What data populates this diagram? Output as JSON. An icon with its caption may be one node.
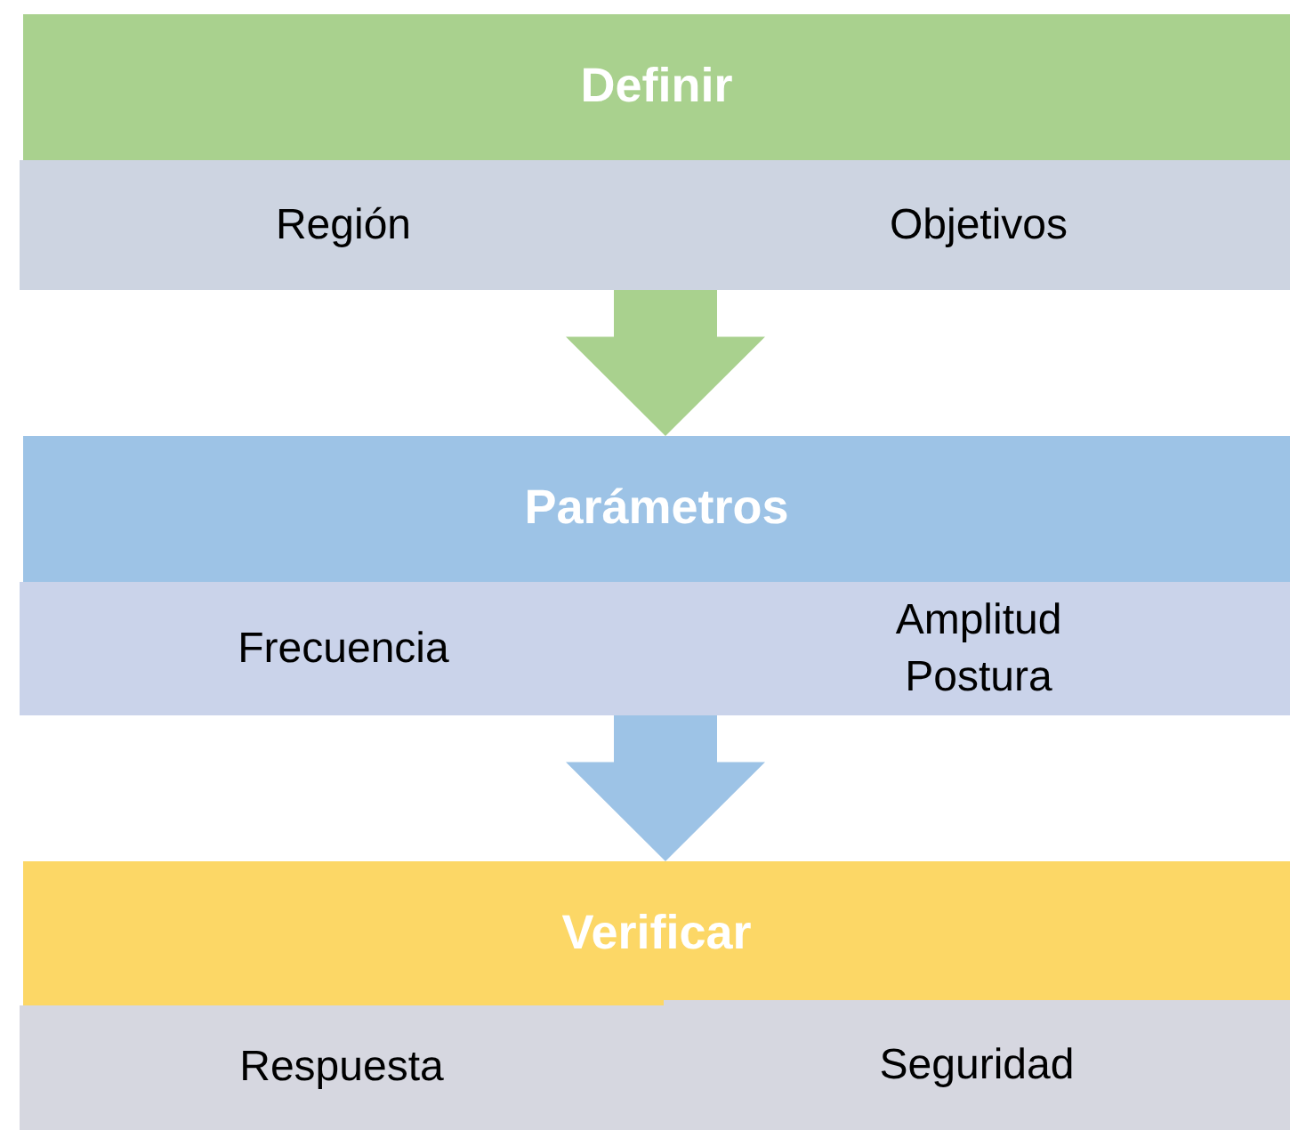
{
  "diagram": {
    "nodes": [
      {
        "text": [
          "Definir"
        ]
      },
      {
        "text": [
          "Región"
        ]
      },
      {
        "text": [
          "Objetivos"
        ]
      },
      {
        "text": [
          "Parámetros"
        ]
      },
      {
        "text": [
          "Frecuencia"
        ]
      },
      {
        "text": [
          "Amplitud Postura"
        ]
      },
      {
        "text": [
          "Verificar"
        ]
      },
      {
        "text": [
          "Respuesta"
        ]
      },
      {
        "text": [
          "Seguridad"
        ]
      }
    ],
    "edges": [
      {
        "from": null,
        "to": 3,
        "arrow": "to",
        "color": "#a9d18e"
      },
      {
        "from": null,
        "to": 6,
        "arrow": "to",
        "color": "#9dc3e6"
      }
    ]
  }
}
